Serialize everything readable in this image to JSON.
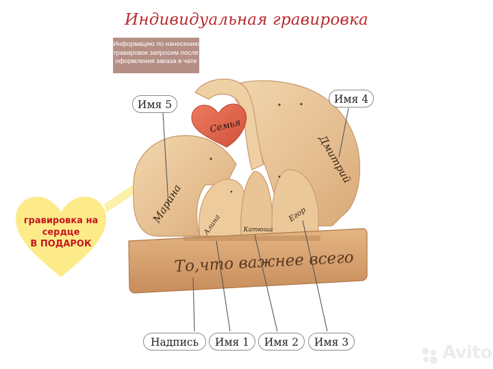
{
  "title": "Индивидуальная гравировка",
  "info_note": "Информацию по нанесению гравировок запросим после оформления заказа в чате",
  "heart_promo": {
    "line1": "гравировка на",
    "line2": "сердце",
    "line3": "В ПОДАРОК"
  },
  "engravings": {
    "heart": "Семья",
    "left_elephant": "Марина",
    "right_elephant": "Дмитрий",
    "calf1": "Алина",
    "calf2": "Катюша",
    "calf3": "Егор",
    "base": "То,что важнее всего"
  },
  "labels": {
    "name5": "Имя 5",
    "name4": "Имя 4",
    "inscription": "Надпись",
    "name1": "Имя 1",
    "name2": "Имя 2",
    "name3": "Имя 3"
  },
  "watermark": "Avito",
  "colors": {
    "title": "#b8292e",
    "wood": "#e8c79d",
    "heart": "#e06348",
    "promo_heart": "#fdeb8a",
    "promo_text": "#c4161c"
  }
}
